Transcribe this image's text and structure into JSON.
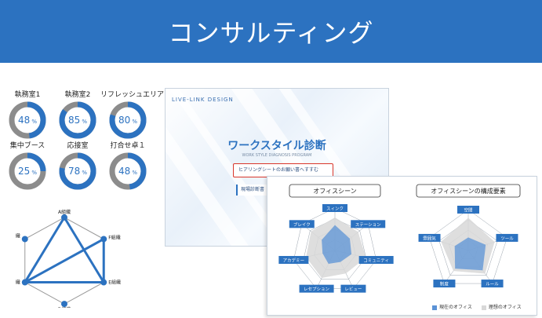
{
  "header": {
    "title": "コンサルティング"
  },
  "rooms": [
    {
      "label": "執務室1",
      "percent": 48,
      "unit": "%"
    },
    {
      "label": "執務室2",
      "percent": 85,
      "unit": "%"
    },
    {
      "label": "リフレッシュエリア",
      "percent": 80,
      "unit": "%"
    },
    {
      "label": "集中ブース",
      "percent": 25,
      "unit": "%"
    },
    {
      "label": "応接室",
      "percent": 78,
      "unit": "%"
    },
    {
      "label": "打合せ卓１",
      "percent": 48,
      "unit": "%"
    }
  ],
  "network": {
    "nodes": [
      "A組織",
      "B組織",
      "C組織",
      "D組織",
      "E組織",
      "F組織"
    ],
    "edges": [
      [
        "A組織",
        "C組織"
      ],
      [
        "A組織",
        "E組織"
      ],
      [
        "C組織",
        "E組織"
      ],
      [
        "C組織",
        "F組織"
      ],
      [
        "F組織",
        "E組織"
      ]
    ]
  },
  "slide_cover": {
    "logo": "LIVE-LINK DESIGN",
    "title": "ワークスタイル診断",
    "subtitle": "WORK STYLE DIAGNOSIS PROGRAM",
    "hearing_button": "ヒアリングシートのお願い書へすすむ",
    "diagnosis_button": "現場診断書"
  },
  "slide_analysis": {
    "left_chart_title": "オフィスシーン",
    "right_chart_title": "オフィスシーンの構成要素",
    "left_axes": [
      "スィンク",
      "ステーション",
      "コミュニティ",
      "レビュー",
      "レセプション",
      "アカデミー",
      "ブレイク"
    ],
    "right_axes": [
      "空間",
      "ツール",
      "ルール",
      "制度",
      "雰囲気"
    ],
    "legend_current": "現在のオフィス",
    "legend_ideal": "理想のオフィス",
    "colors": {
      "current": "#5b93d6",
      "ideal": "#d8d8d8",
      "frame": "#2c72c0"
    }
  },
  "chart_data": [
    {
      "type": "radar",
      "title": "オフィスシーン",
      "axes": [
        "スィンク",
        "ステーション",
        "コミュニティ",
        "レビュー",
        "レセプション",
        "アカデミー",
        "ブレイク"
      ],
      "series": [
        {
          "name": "理想のオフィス",
          "values": [
            0.78,
            0.7,
            0.75,
            0.6,
            0.72,
            0.7,
            0.72
          ]
        },
        {
          "name": "現在のオフィス",
          "values": [
            0.6,
            0.45,
            0.4,
            0.3,
            0.35,
            0.3,
            0.4
          ]
        }
      ]
    },
    {
      "type": "radar",
      "title": "オフィスシーンの構成要素",
      "axes": [
        "空間",
        "ツール",
        "ルール",
        "制度",
        "雰囲気"
      ],
      "series": [
        {
          "name": "理想のオフィス",
          "values": [
            0.8,
            0.68,
            0.7,
            0.62,
            0.7
          ]
        },
        {
          "name": "現在のオフィス",
          "values": [
            0.32,
            0.45,
            0.6,
            0.55,
            0.35
          ]
        }
      ]
    }
  ]
}
